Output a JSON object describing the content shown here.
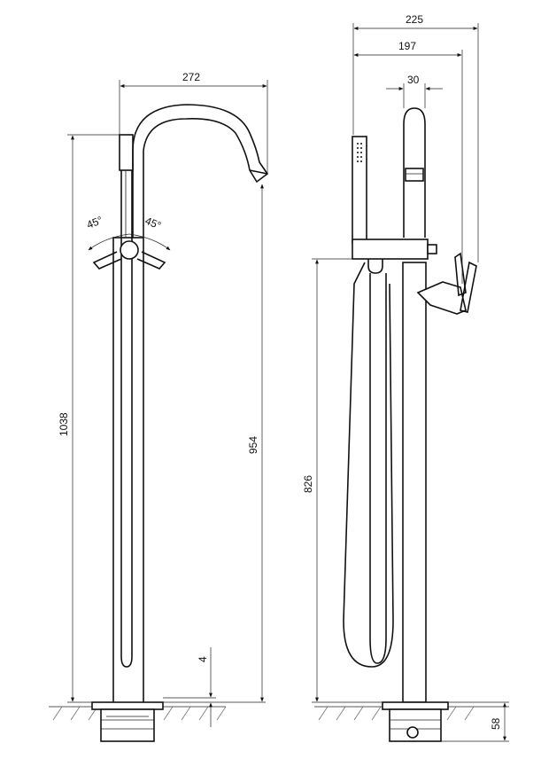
{
  "dimensions": {
    "front_width": "272",
    "front_height_total": "1038",
    "front_spout_height": "954",
    "front_base_gap": "4",
    "angle_left": "45°",
    "angle_right": "45°",
    "side_total_depth": "225",
    "side_spout_depth": "197",
    "side_spout_diameter": "30",
    "side_handshower_height": "826",
    "side_base_height": "58"
  }
}
